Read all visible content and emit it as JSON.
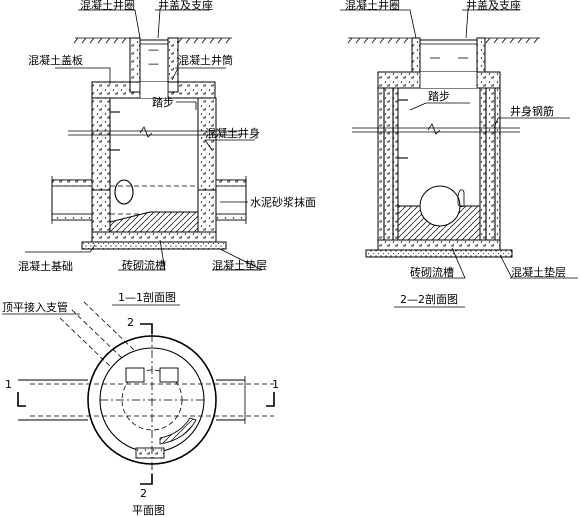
{
  "section_1": {
    "caption": "1—1剖面图",
    "labels": {
      "ring": "混凝土井圈",
      "cover": "井盖及支座",
      "cover_slab": "混凝土盖板",
      "shaft": "混凝土井筒",
      "step": "踏步",
      "body": "混凝土井身",
      "mortar": "水泥砂浆抹面",
      "foundation": "混凝土基础",
      "channel": "砖砌流槽",
      "cushion": "混凝土垫层"
    }
  },
  "section_2": {
    "caption": "2—2剖面图",
    "labels": {
      "ring": "混凝土井圈",
      "cover": "井盖及支座",
      "step": "踏步",
      "rebar": "井身钢筋",
      "channel": "砖砌流槽",
      "cushion": "混凝土垫层"
    }
  },
  "plan": {
    "caption": "平面图",
    "branch_label": "顶平接入支管",
    "mark_1": "1",
    "mark_2": "2"
  }
}
